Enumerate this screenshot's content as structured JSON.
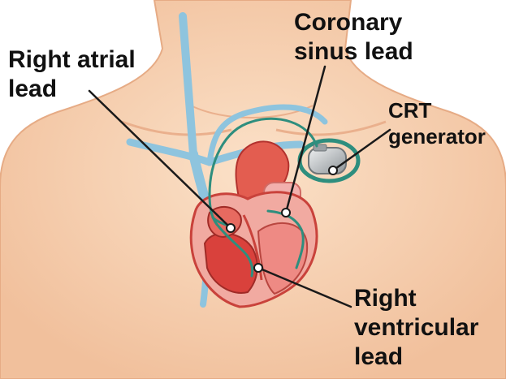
{
  "labels": {
    "right_atrial": [
      "Right atrial",
      "lead"
    ],
    "coronary_sinus": [
      "Coronary",
      "sinus lead"
    ],
    "crt_generator": [
      "CRT",
      "generator"
    ],
    "right_ventricular": [
      "Right",
      "ventricular",
      "lead"
    ]
  },
  "colors": {
    "skin": "#f7d3b3",
    "skin_outline": "#e6ab85",
    "vessel_blue": "#8ec4de",
    "heart_red": "#d9413c",
    "heart_pink": "#f1aaa1",
    "lead_teal": "#2e8e7e",
    "generator_gray": "#b4b8bb",
    "pointer_line": "#1a1a1a"
  }
}
